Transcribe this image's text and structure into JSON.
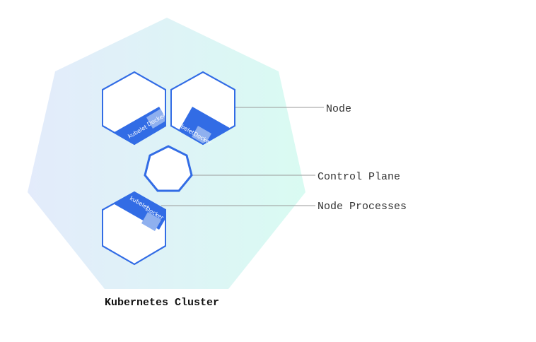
{
  "diagram": {
    "caption": "Kubernetes Cluster",
    "callouts": {
      "node": "Node",
      "control_plane": "Control Plane",
      "node_processes": "Node Processes"
    },
    "process_tags": {
      "kubelet": "kubelet",
      "docker": "Docker"
    }
  },
  "colors": {
    "accent": "#326ce5",
    "band_light": "#8fb0ef",
    "cluster_gradient_start": "#e3ebfb",
    "cluster_gradient_end": "#d9fbf2"
  }
}
